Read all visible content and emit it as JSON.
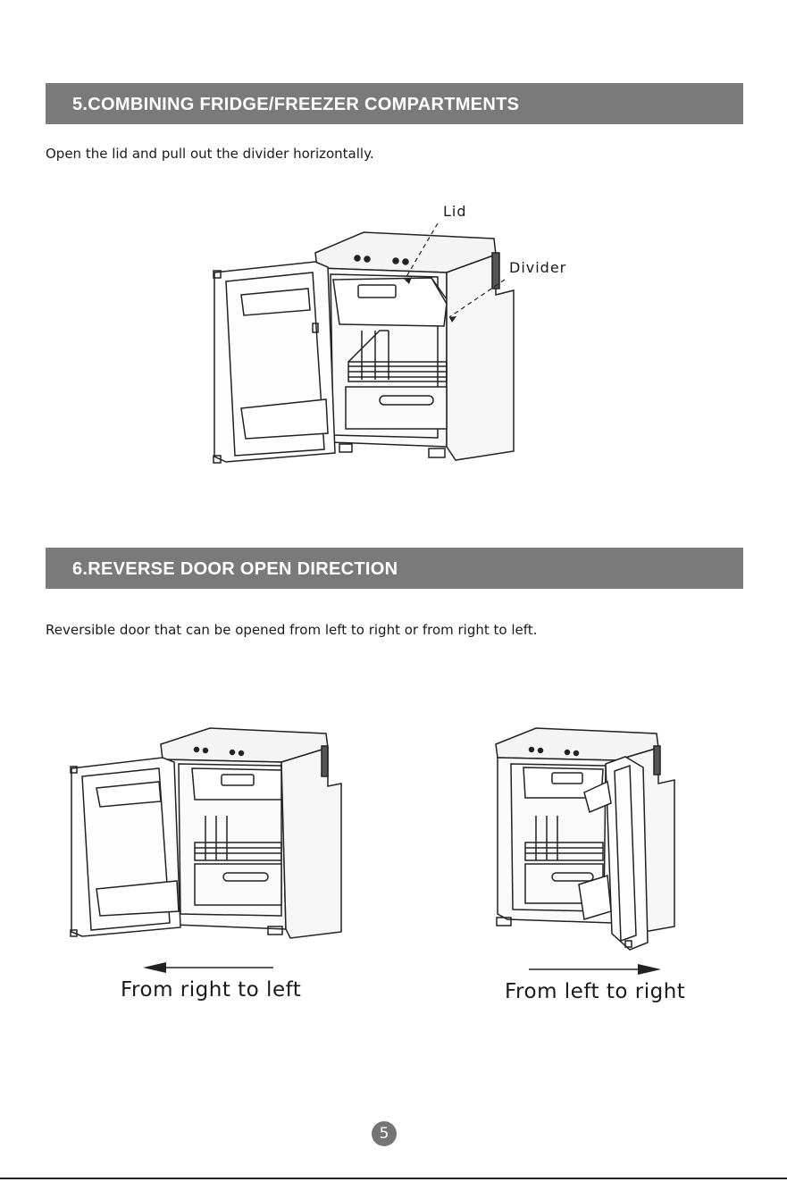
{
  "section5": {
    "heading": "5.COMBINING FRIDGE/FREEZER COMPARTMENTS",
    "instruction": "Open the lid and pull out the divider horizontally.",
    "labels": {
      "lid": "Lid",
      "divider": "Divider"
    }
  },
  "section6": {
    "heading": "6.REVERSE DOOR OPEN DIRECTION",
    "instruction": "Reversible door that can be opened from left to right or from right to left.",
    "captions": {
      "left": "From right to left",
      "right": "From left to right"
    }
  },
  "page": {
    "number": "5"
  },
  "colors": {
    "heading_bar": "#7a7a7a",
    "heading_text": "#ffffff",
    "page_badge": "#757575"
  }
}
